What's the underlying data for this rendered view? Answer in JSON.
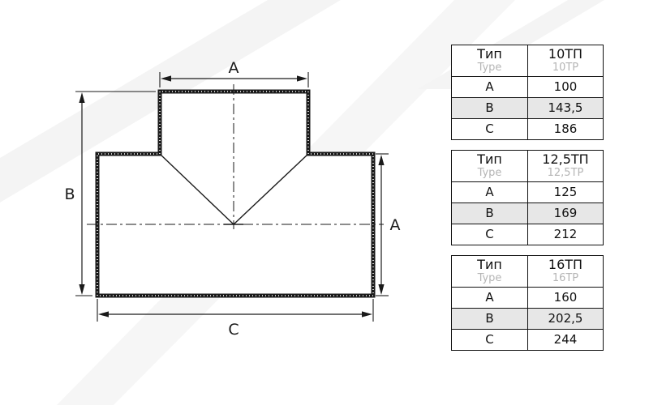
{
  "diagram": {
    "type": "technical-drawing-tee-fitting",
    "labels": {
      "top": "A",
      "left": "B",
      "right": "A",
      "bottom": "C"
    }
  },
  "tables": [
    {
      "header": {
        "param_ru": "Тип",
        "param_en": "Type",
        "value_ru": "10ТП",
        "value_en": "10TP"
      },
      "rows": [
        {
          "param": "A",
          "value": "100"
        },
        {
          "param": "B",
          "value": "143,5"
        },
        {
          "param": "C",
          "value": "186"
        }
      ]
    },
    {
      "header": {
        "param_ru": "Тип",
        "param_en": "Type",
        "value_ru": "12,5ТП",
        "value_en": "12,5TP"
      },
      "rows": [
        {
          "param": "A",
          "value": "125"
        },
        {
          "param": "B",
          "value": "169"
        },
        {
          "param": "C",
          "value": "212"
        }
      ]
    },
    {
      "header": {
        "param_ru": "Тип",
        "param_en": "Type",
        "value_ru": "16ТП",
        "value_en": "16TP"
      },
      "rows": [
        {
          "param": "A",
          "value": "160"
        },
        {
          "param": "B",
          "value": "202,5"
        },
        {
          "param": "C",
          "value": "244"
        }
      ]
    }
  ],
  "colors": {
    "line": "#1a1a1a",
    "row_alt": "#e7e7e7",
    "muted_text": "#b5b5b5",
    "watermark": "#f4f4f4"
  }
}
